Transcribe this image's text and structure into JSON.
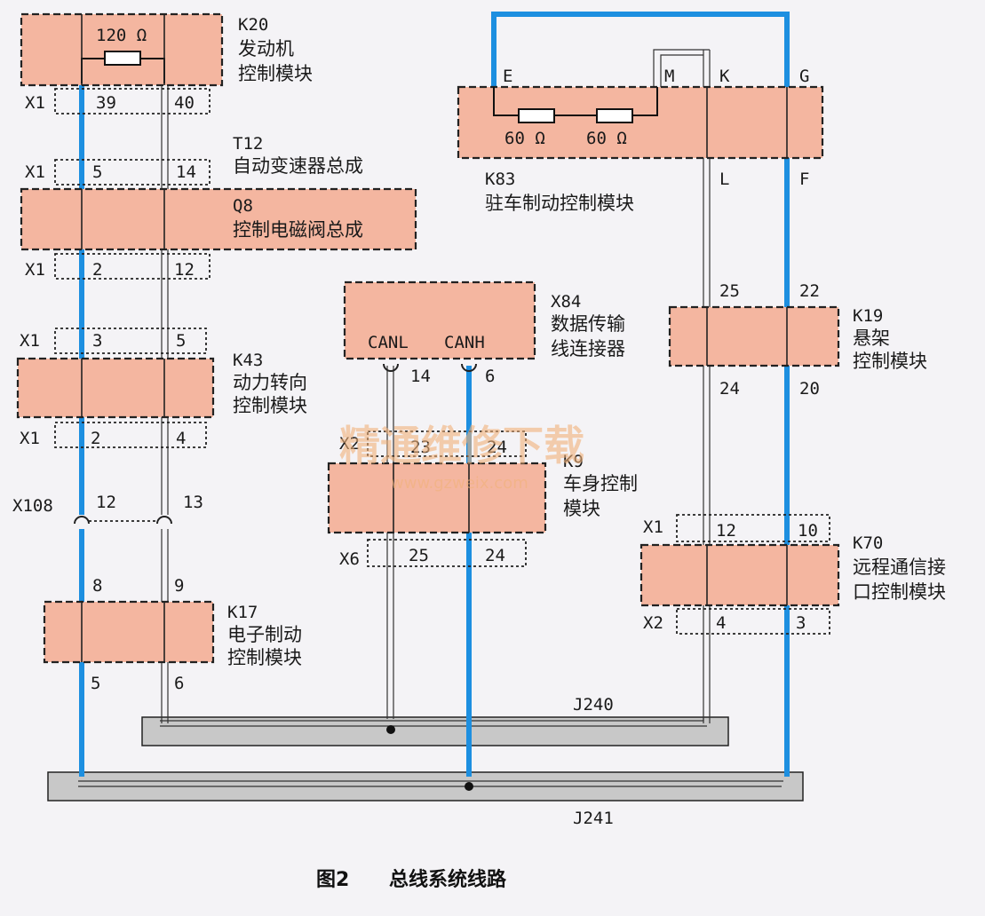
{
  "caption": {
    "fig": "图2",
    "title": "总线系统线路"
  },
  "watermark": {
    "main": "精通维修下载",
    "url": "www.gzweix.com"
  },
  "modules": {
    "k20": {
      "code": "K20",
      "line1": "发动机",
      "line2": "控制模块",
      "resistor": "120 Ω"
    },
    "t12": {
      "code": "T12",
      "line1": "自动变速器总成"
    },
    "q8": {
      "code": "Q8",
      "line1": "控制电磁阀总成"
    },
    "k43": {
      "code": "K43",
      "line1": "动力转向",
      "line2": "控制模块"
    },
    "k17": {
      "code": "K17",
      "line1": "电子制动",
      "line2": "控制模块"
    },
    "x84": {
      "code": "X84",
      "line1": "数据传输",
      "line2": "线连接器",
      "canl": "CANL",
      "canh": "CANH"
    },
    "k9": {
      "code": "K9",
      "line1": "车身控制",
      "line2": "模块"
    },
    "k83": {
      "code": "K83",
      "line1": "驻车制动控制模块",
      "r1": "60 Ω",
      "r2": "60 Ω"
    },
    "k19": {
      "code": "K19",
      "line1": "悬架",
      "line2": "控制模块"
    },
    "k70": {
      "code": "K70",
      "line1": "远程通信接",
      "line2": "口控制模块"
    }
  },
  "connectors": {
    "x1": "X1",
    "x2": "X2",
    "x6": "X6",
    "x108": "X108"
  },
  "pins": {
    "k20_a": "39",
    "k20_b": "40",
    "t12_a": "5",
    "t12_b": "14",
    "q8_a": "2",
    "q8_b": "12",
    "k43_a1": "3",
    "k43_b1": "5",
    "k43_a2": "2",
    "k43_b2": "4",
    "x108_a": "12",
    "x108_b": "13",
    "k17_a1": "8",
    "k17_b1": "9",
    "k17_a2": "5",
    "k17_b2": "6",
    "x84_a": "14",
    "x84_b": "6",
    "k9_a1": "23",
    "k9_b1": "24",
    "k9_a2": "25",
    "k9_b2": "24",
    "k83_e": "E",
    "k83_m": "M",
    "k83_k": "K",
    "k83_g": "G",
    "k83_l": "L",
    "k83_f": "F",
    "k19_a1": "25",
    "k19_b1": "22",
    "k19_a2": "24",
    "k19_b2": "20",
    "k70_a1": "12",
    "k70_b1": "10",
    "k70_a2": "4",
    "k70_b2": "3"
  },
  "buses": {
    "j240": "J240",
    "j241": "J241"
  },
  "colors": {
    "can_high_wire": "#1d8fe0",
    "module_fill": "#f4b6a0",
    "bus_fill": "#c8c8c8"
  }
}
